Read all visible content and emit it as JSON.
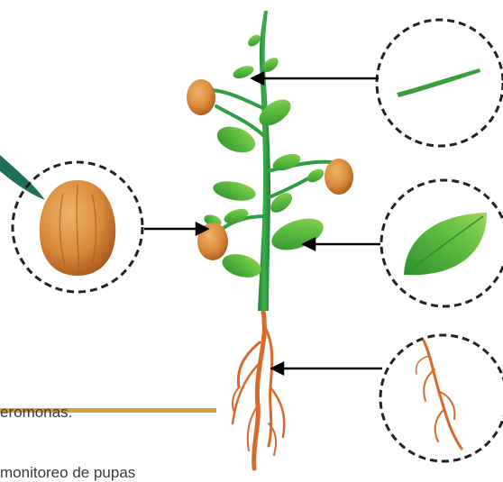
{
  "diagram": {
    "subject": "plant-with-walnuts",
    "callouts": [
      {
        "part": "stem",
        "icon": "stem-icon"
      },
      {
        "part": "leaf",
        "icon": "leaf-icon"
      },
      {
        "part": "fruit",
        "icon": "walnut-icon"
      },
      {
        "part": "root",
        "icon": "root-icon"
      }
    ]
  },
  "text": {
    "line1": "eromonas.",
    "line2": "monitoreo de pupas"
  },
  "colors": {
    "stem_green": "#2f9e3e",
    "leaf_green": "#4caf3a",
    "leaf_light": "#8ccf4a",
    "walnut": "#d98a3a",
    "walnut_dark": "#b0621f",
    "root": "#d9692a",
    "gold_bar": "#d6a237",
    "arrow": "#000000"
  }
}
